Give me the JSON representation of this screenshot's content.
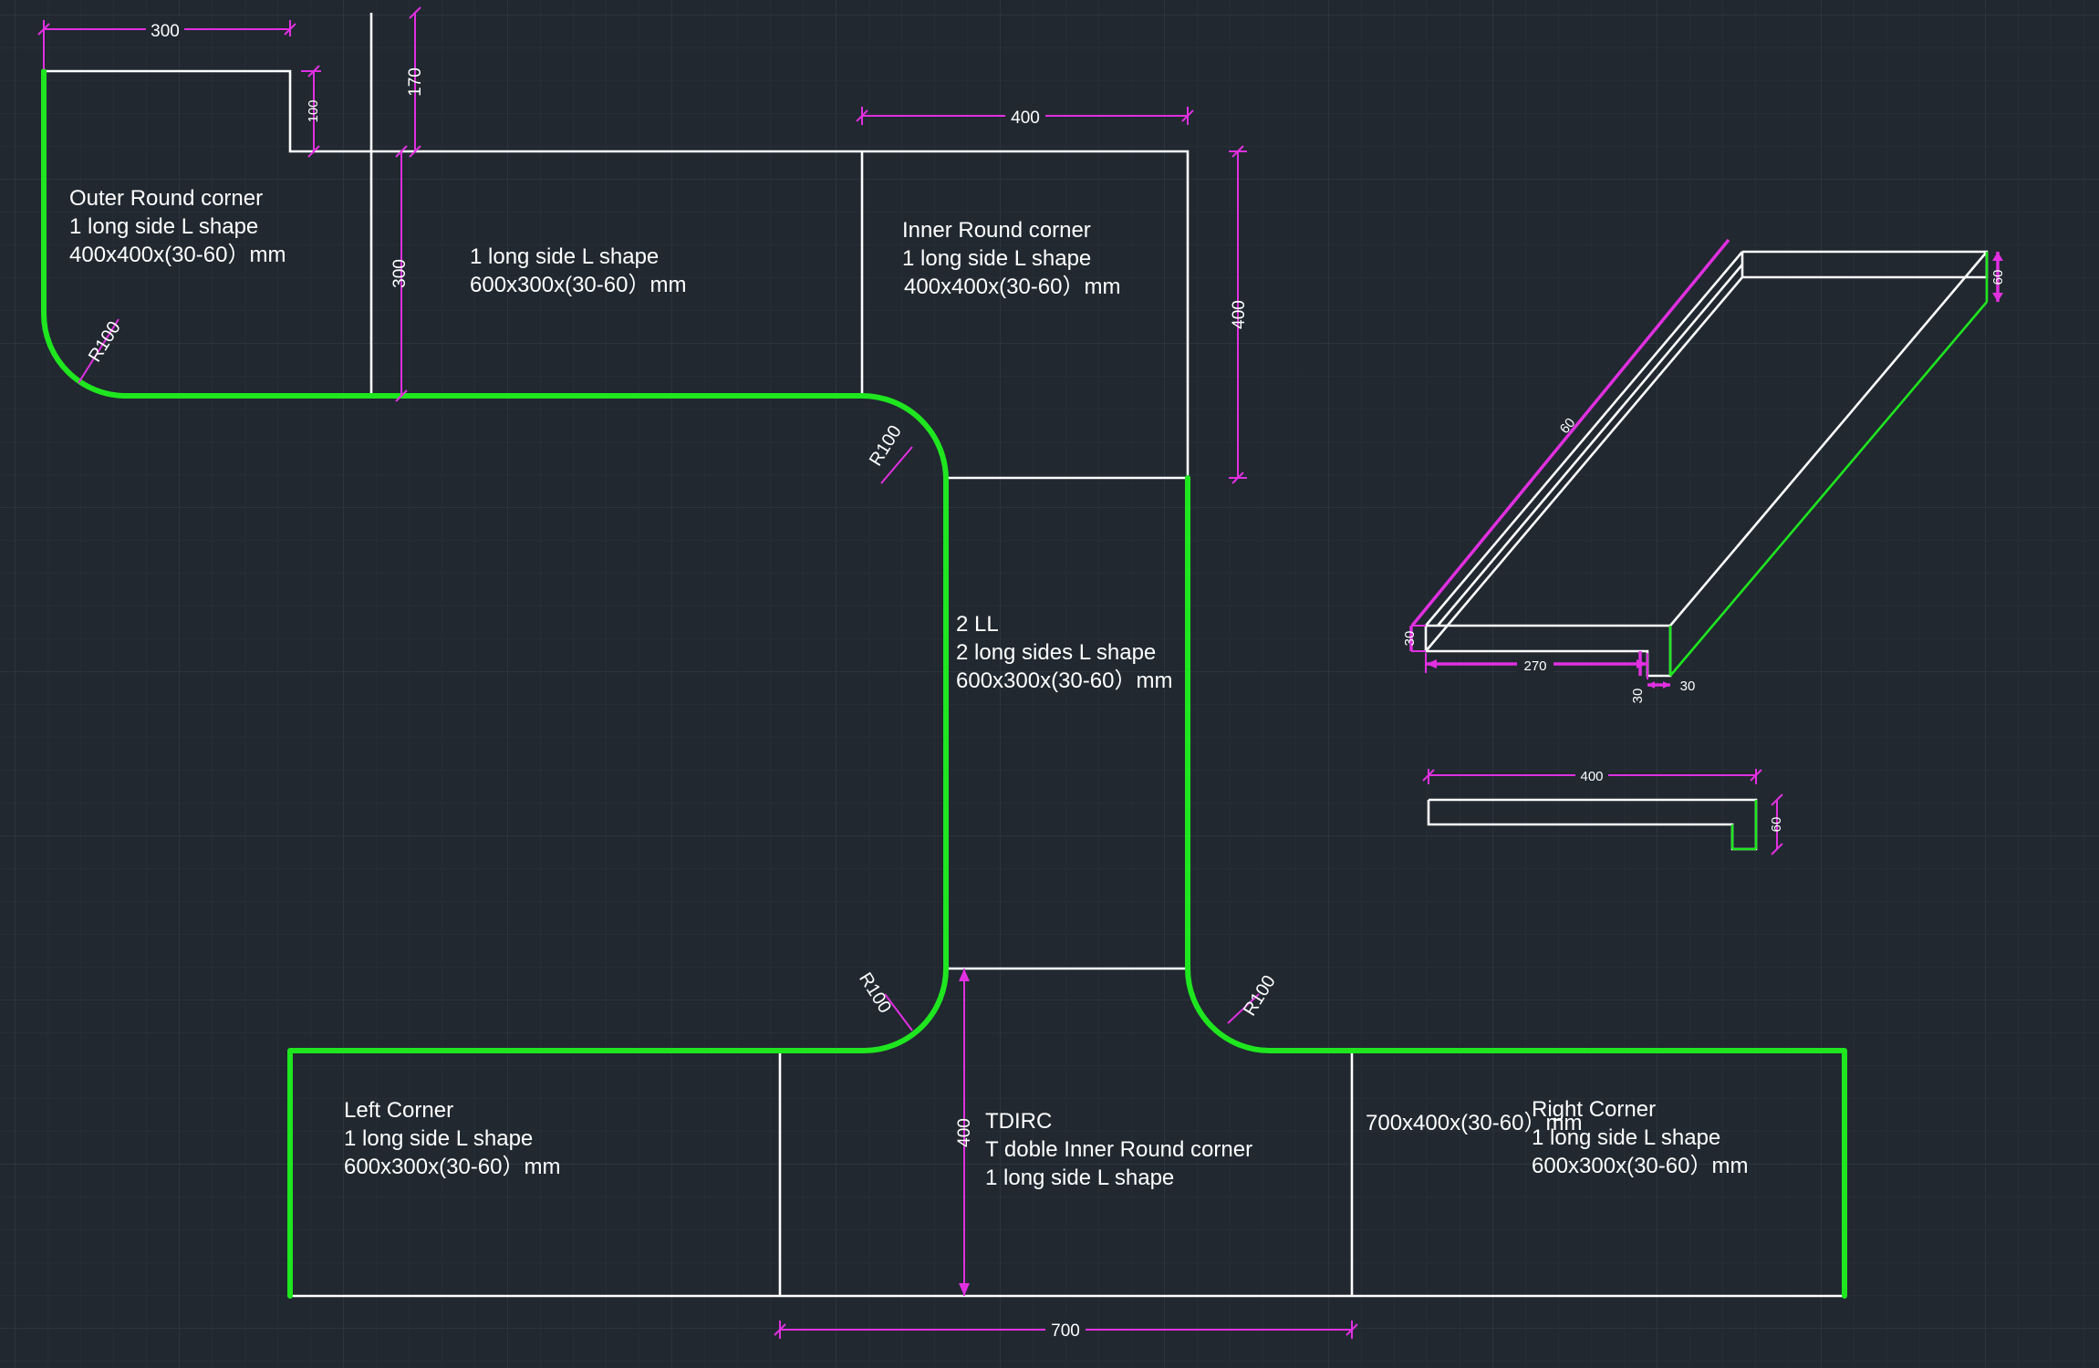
{
  "colors": {
    "background": "#212830",
    "outline": "#ffffff",
    "edge_highlight": "#1fe61f",
    "dimension": "#e030e0"
  },
  "labels": {
    "outer_round": [
      "Outer Round corner",
      "1 long side L shape",
      "400x400x(30-60）mm"
    ],
    "long_side": [
      "1 long side L shape",
      "600x300x(30-60）mm"
    ],
    "inner_round": [
      "Inner Round corner",
      "1 long side L shape",
      "400x400x(30-60）mm"
    ],
    "two_ll": [
      "2 LL",
      "2 long sides L shape",
      "600x300x(30-60）mm"
    ],
    "left_corner": [
      "Left Corner",
      "1 long side L shape",
      "600x300x(30-60）mm"
    ],
    "tdirc": [
      "TDIRC",
      "T doble Inner Round corner",
      "1 long side L shape"
    ],
    "tdirc_size": "700x400x(30-60）mm",
    "right_corner": [
      "Right Corner",
      "1 long side L shape",
      "600x300x(30-60）mm"
    ]
  },
  "dimensions": {
    "top_width": "300",
    "notch_depth": "100",
    "notch_height": "170",
    "section_height": "300",
    "inner_width": "400",
    "inner_height": "400",
    "tdirc_height": "400",
    "bottom_width": "700",
    "radius": "R100"
  },
  "profile": {
    "height": "60",
    "slope": "60",
    "thickness": "30",
    "base_length": "270",
    "lip_height": "30",
    "lip_width": "30"
  },
  "section": {
    "width": "400",
    "height": "60"
  }
}
